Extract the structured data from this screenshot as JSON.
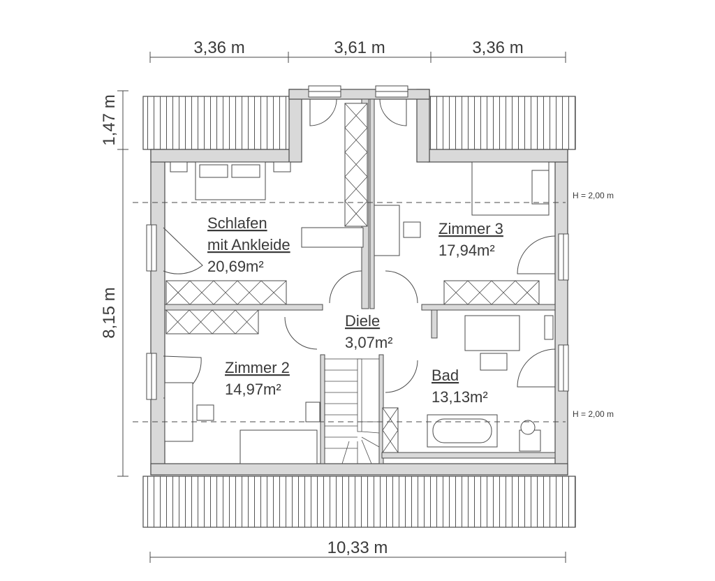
{
  "dimensions": {
    "top": [
      "3,36 m",
      "3,61 m",
      "3,36 m"
    ],
    "left": [
      "1,47 m",
      "8,15 m"
    ],
    "bottom": "10,33 m"
  },
  "rooms": [
    {
      "name": "Schlafen",
      "name2": "mit Ankleide",
      "area": "20,69m²"
    },
    {
      "name": "Zimmer 3",
      "area": "17,94m²"
    },
    {
      "name": "Diele",
      "area": "3,07m²"
    },
    {
      "name": "Zimmer 2",
      "area": "14,97m²"
    },
    {
      "name": "Bad",
      "area": "13,13m²"
    }
  ],
  "height_notes": [
    "H = 2,00 m",
    "H = 2,00 m"
  ],
  "colors": {
    "line": "#4a4a4a",
    "wall": "#d9d9d9",
    "text": "#3a3a3a"
  }
}
